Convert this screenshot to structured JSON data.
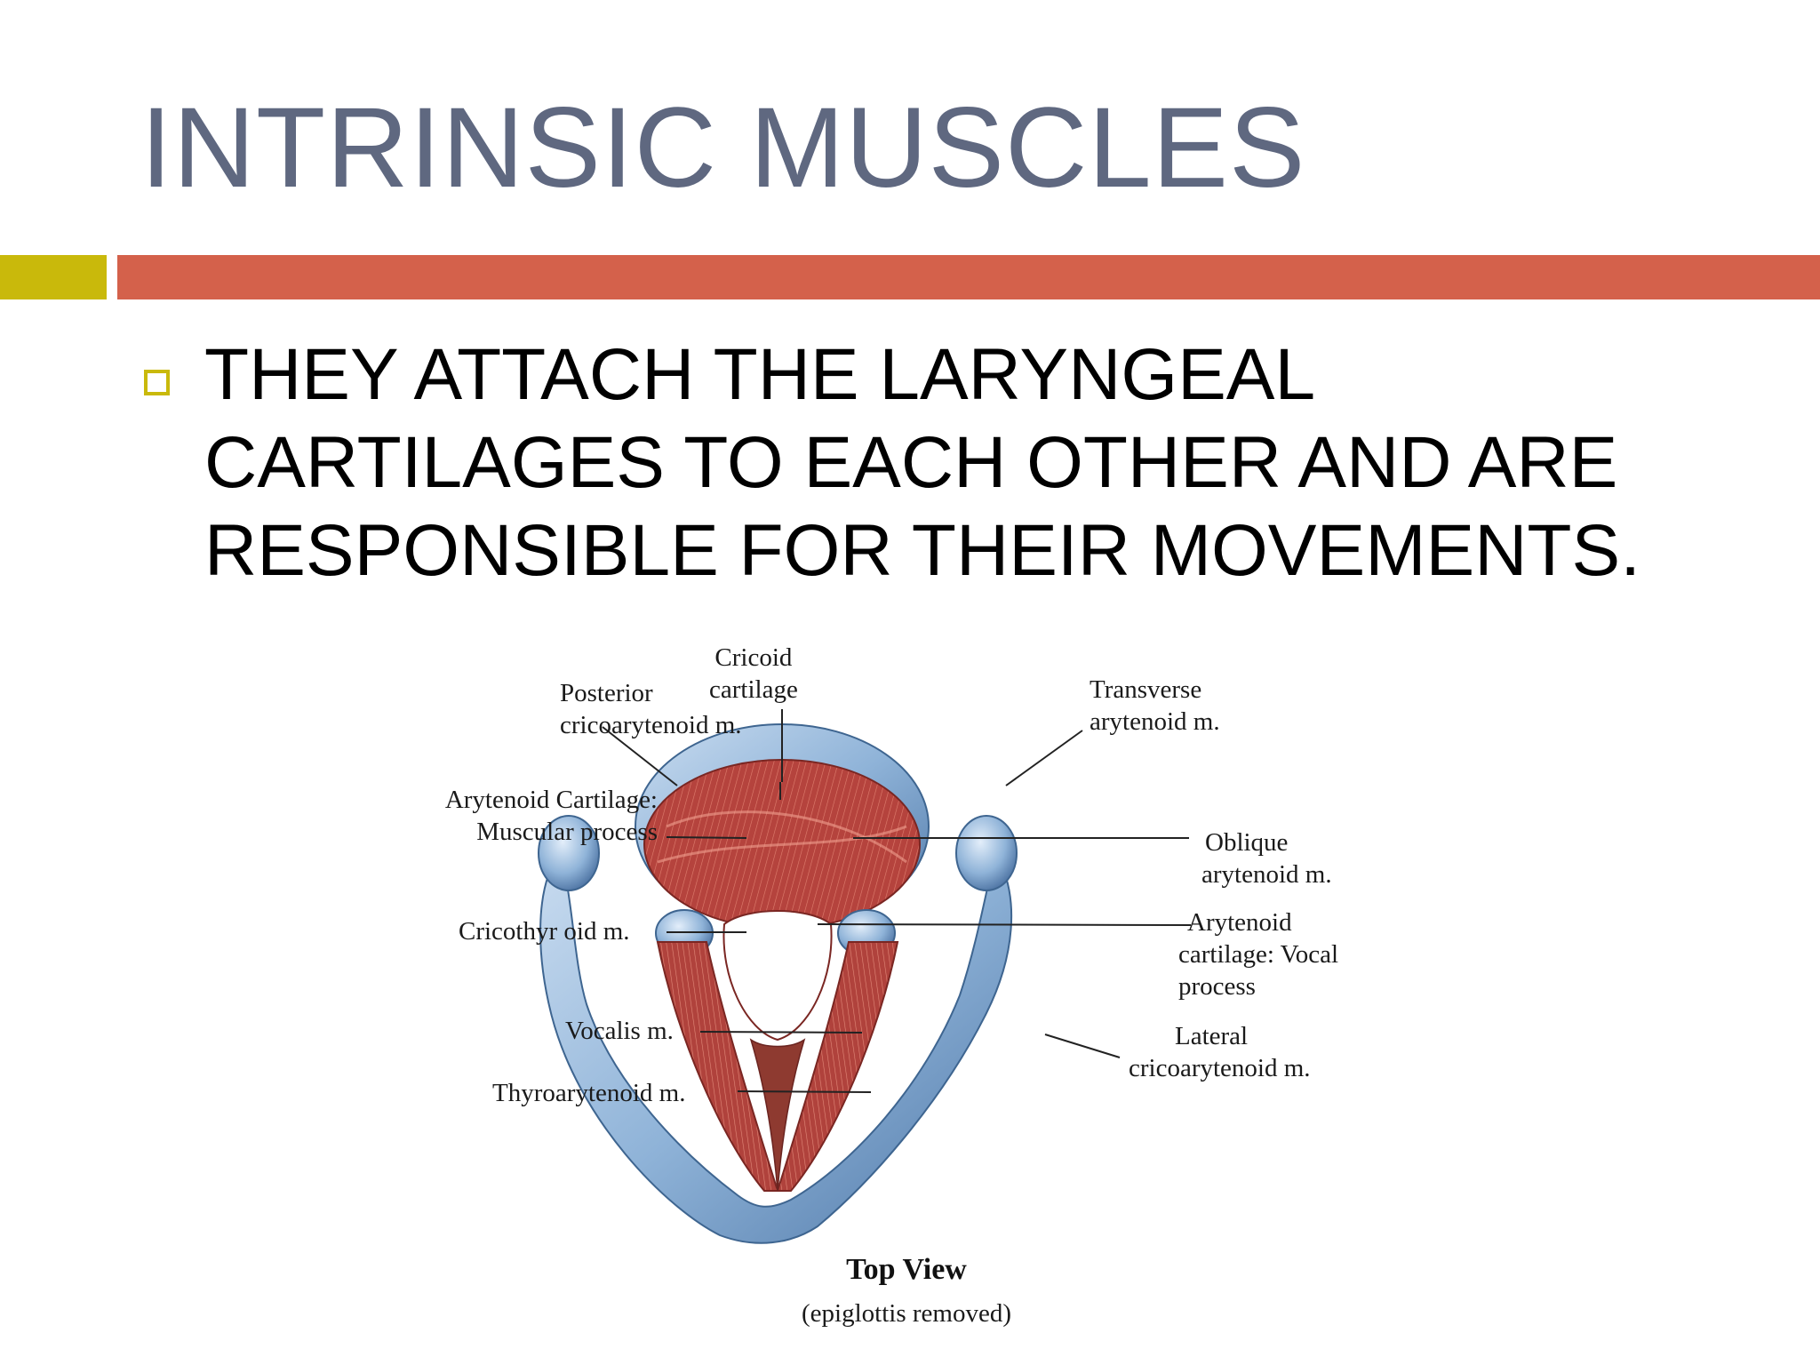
{
  "slide": {
    "title": "INTRINSIC MUSCLES",
    "bullet": "THEY ATTACH THE LARYNGEAL CARTILAGES TO EACH OTHER AND ARE RESPONSIBLE FOR THEIR MOVEMENTS."
  },
  "colors": {
    "title": "#5f6880",
    "accent_gold": "#c9b90b",
    "accent_orange": "#d4614b",
    "cartilage_blue": "#8fb3d8",
    "muscle_red": "#b5433d"
  },
  "figure": {
    "labels": {
      "posterior_crico": [
        "Posterior",
        "cricoarytenoid m."
      ],
      "cricoid": [
        "Cricoid",
        "cartilage"
      ],
      "transverse": [
        "Transverse",
        "arytenoid m."
      ],
      "arytenoid_muscular": [
        "Arytenoid Cartilage:",
        "Muscular process"
      ],
      "oblique": [
        "Oblique",
        "arytenoid m."
      ],
      "cricothyroid": "Cricothyr oid  m.",
      "arytenoid_vocal": [
        "Arytenoid",
        "cartilage: Vocal",
        "process"
      ],
      "vocalis": "Vocalis m.",
      "lateral": [
        "Lateral",
        "cricoarytenoid m."
      ],
      "thyroarytenoid": "Thyroarytenoid m."
    },
    "view_title": "Top View",
    "view_subtitle": "(epiglottis removed)"
  }
}
